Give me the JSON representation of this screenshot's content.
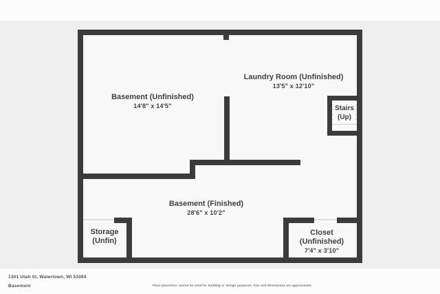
{
  "rooms": [
    {
      "id": "basement-unfinished",
      "name": "Basement (Unfinished)",
      "dims": "14'8\" x 14'5\""
    },
    {
      "id": "laundry-room",
      "name": "Laundry Room (Unfinished)",
      "dims": "13'5\" x 12'10\""
    },
    {
      "id": "basement-finished",
      "name": "Basement (Finished)",
      "dims": "28'6\" x 10'2\""
    },
    {
      "id": "storage",
      "name": "Storage",
      "name2": "(Unfin)"
    },
    {
      "id": "closet",
      "name": "Closet",
      "name2": "(Unfinished)",
      "dims": "7'4\" x 3'10\""
    },
    {
      "id": "stairs",
      "name": "Stairs",
      "name2": "(Up)"
    }
  ],
  "footer": {
    "address": "1301 Utah St, Watertown, WI 53094",
    "level": "Basement",
    "disclaimer": "Floor plans/tour cannot be used for building or design purposes. Size and dimensions are approximate."
  },
  "colors": {
    "wall": "#3b3b3b",
    "room_fill": "#f8f8f8",
    "canvas_background": "#efeff0",
    "page_background": "#fcfcfc",
    "label_text": "#3f3f3f",
    "door_line": "#dedede",
    "stair_tread": "#cfcfcf"
  }
}
